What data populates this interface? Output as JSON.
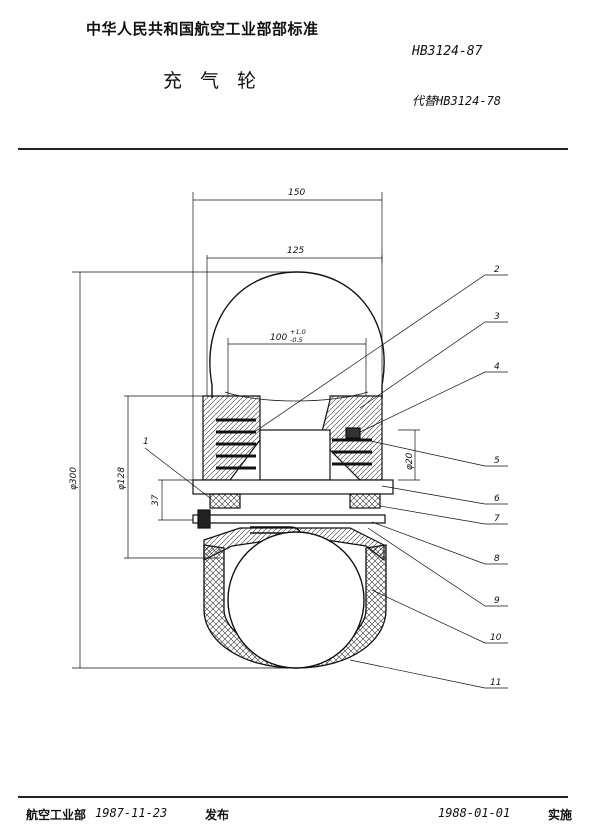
{
  "header": {
    "organization_standard": "中华人民共和国航空工业部部标准",
    "standard_code": "HB3124-87",
    "title": "充 气 轮",
    "replaces": "代替HB3124-78"
  },
  "drawing": {
    "dimensions": {
      "overall_width": "150",
      "inner_width": "125",
      "rim_width": "100",
      "rim_tol_upper": "+1.0",
      "rim_tol_lower": "-0.5",
      "outer_diameter": "φ300",
      "rim_diameter": "φ128",
      "offset": "37",
      "bore": "φ20"
    },
    "part_labels": [
      "1",
      "2",
      "3",
      "4",
      "5",
      "6",
      "7",
      "8",
      "9",
      "10",
      "11"
    ]
  },
  "footer": {
    "organization": "航空工业部",
    "issue_date": "1987-11-23",
    "issued": "发布",
    "implementation_date": "1988-01-01",
    "implemented": "实施"
  }
}
